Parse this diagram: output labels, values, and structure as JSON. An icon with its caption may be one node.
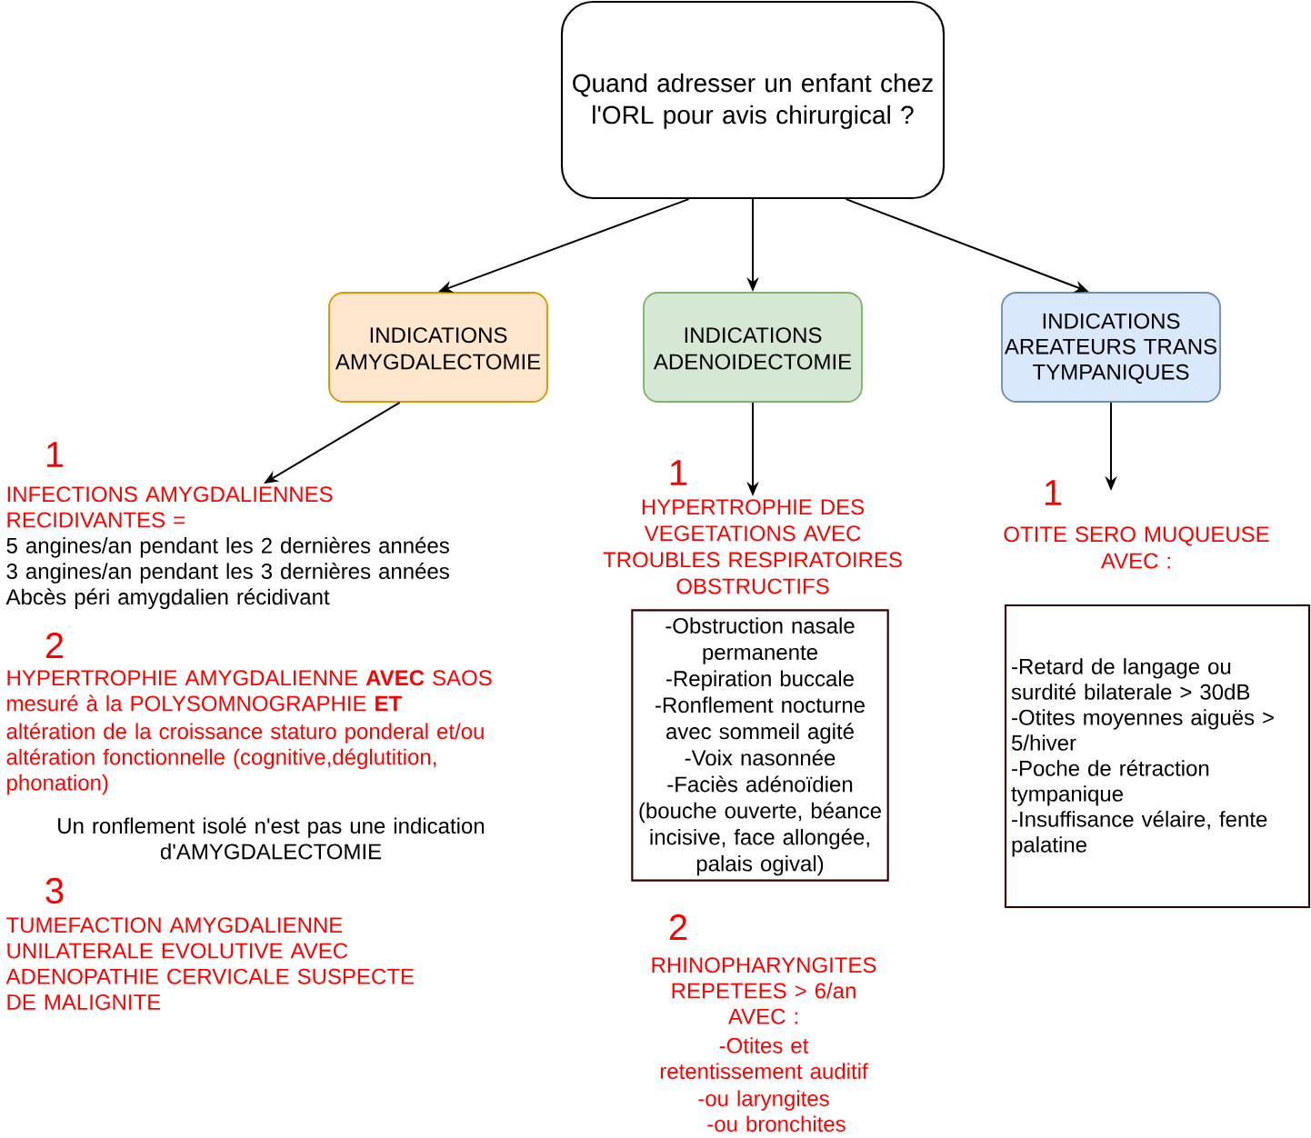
{
  "diagram": {
    "nodes": [
      {
        "text": [
          "Quand adresser un enfant chez l'ORL pour avis chirurgical ?"
        ]
      },
      {
        "text": [
          "INDICATIONS AMYGDALECTOMIE"
        ]
      },
      {
        "text": [
          "INDICATIONS ADENOIDECTOMIE"
        ]
      },
      {
        "text": [
          "INDICATIONS AREATEURS TRANS TYMPANIQUES"
        ]
      },
      {
        "text": [
          "INFECTIONS AMYGDALIENNES RECIDIVANTES =",
          "5 angines/an pendant les 2 dernières années",
          "3 angines/an pendant les 3 dernières années",
          "Abcès péri amygdalien récidivant"
        ],
        "beside": [
          "1"
        ]
      },
      {
        "text": [
          "HYPERTROPHIE DES VEGETATIONS AVEC TROUBLES RESPIRATOIRES OBSTRUCTIFS"
        ],
        "beside": [
          "1"
        ]
      },
      {
        "text": [
          "OTITE SERO MUQUEUSE AVEC :"
        ],
        "beside": [
          "1"
        ]
      },
      {
        "text": [
          "-Obstruction nasale permanente",
          "-Repiration buccale",
          "-Ronflement nocturne avec sommeil agité",
          "-Voix nasonnée",
          "-Faciès adénoïdien (bouche ouverte, béance incisive, face allongée, palais ogival)"
        ]
      },
      {
        "text": [
          "-Retard de langage ou surdité bilaterale > 30dB",
          "-Otites moyennes aiguës > 5/hiver",
          "-Poche de rétraction tympanique",
          "-Insuffisance vélaire, fente palatine"
        ]
      }
    ],
    "edges": [
      {
        "from": 0,
        "to": 1,
        "arrow": "to"
      },
      {
        "from": 0,
        "to": 2,
        "arrow": "to"
      },
      {
        "from": 0,
        "to": 3,
        "arrow": "to"
      },
      {
        "from": 1,
        "to": 4,
        "arrow": "to"
      },
      {
        "from": 2,
        "to": 5,
        "arrow": "to"
      },
      {
        "from": 3,
        "to": 6,
        "arrow": "to"
      }
    ],
    "labels": [
      "2",
      "HYPERTROPHIE AMYGDALIENNE **AVEC** SAOS mesuré à la POLYSOMNOGRAPHIE **ET**",
      "altération de la croissance staturo ponderal et/ou altération fonctionnelle (cognitive,déglutition, phonation)",
      "Un ronflement isolé n'est pas une indication d'AMYGDALECTOMIE",
      "3",
      "TUMEFACTION AMYGDALIENNE UNILATERALE EVOLUTIVE AVEC ADENOPATHIE CERVICALE SUSPECTE DE MALIGNITE",
      "2",
      "RHINOPHARYNGITES REPETEES > 6/an AVEC :",
      "-Otites et retentissement auditif",
      "-ou laryngites",
      "-ou bronchites"
    ]
  }
}
